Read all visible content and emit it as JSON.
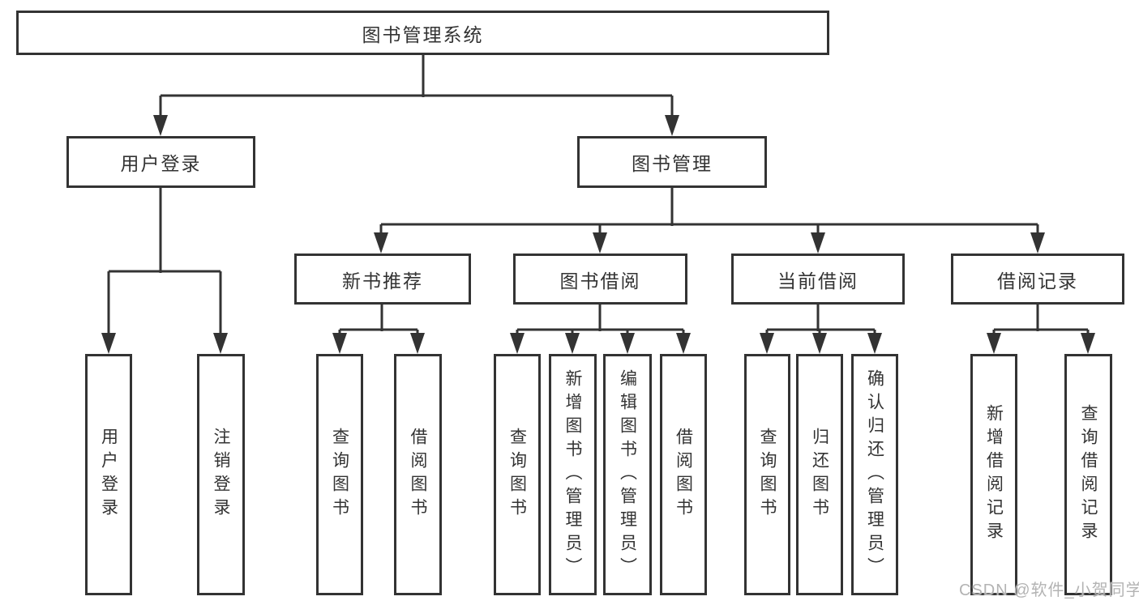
{
  "tree": {
    "label": "图书管理系统",
    "children": [
      {
        "label": "用户登录",
        "children": [
          {
            "label": "用户登录"
          },
          {
            "label": "注销登录"
          }
        ]
      },
      {
        "label": "图书管理",
        "children": [
          {
            "label": "新书推荐",
            "children": [
              {
                "label": "查询图书"
              },
              {
                "label": "借阅图书"
              }
            ]
          },
          {
            "label": "图书借阅",
            "children": [
              {
                "label": "查询图书"
              },
              {
                "label": "新增图书（管理员）"
              },
              {
                "label": "编辑图书（管理员）"
              },
              {
                "label": "借阅图书"
              }
            ]
          },
          {
            "label": "当前借阅",
            "children": [
              {
                "label": "查询图书"
              },
              {
                "label": "归还图书"
              },
              {
                "label": "确认归还（管理员）"
              }
            ]
          },
          {
            "label": "借阅记录",
            "children": [
              {
                "label": "新增借阅记录"
              },
              {
                "label": "查询借阅记录"
              }
            ]
          }
        ]
      }
    ]
  },
  "watermark": "CSDN @软件_小贺同学",
  "colors": {
    "line": "#333333",
    "text": "#333333",
    "background": "#ffffff",
    "watermark": "#b3b3b3"
  }
}
